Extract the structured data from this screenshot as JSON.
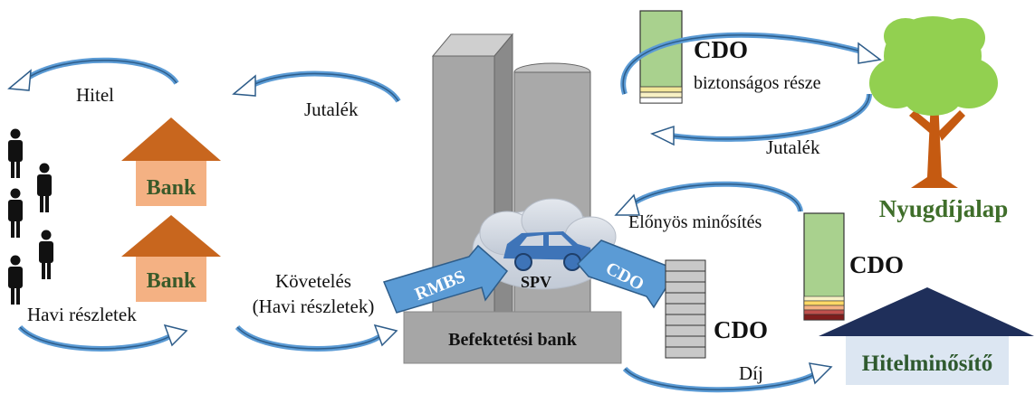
{
  "labels": {
    "hitel": "Hitel",
    "jutalek_left": "Jutalék",
    "bank_1": "Bank",
    "bank_2": "Bank",
    "havi_reszletek": "Havi részletek",
    "koveteles_line1": "Követelés",
    "koveteles_line2": "(Havi részletek)",
    "rmbs": "RMBS",
    "spv": "SPV",
    "cdo_arrow": "CDO",
    "befektetesi_bank": "Befektetési bank",
    "cdo_top": "CDO",
    "biztonsagos_resze": "biztonságos része",
    "jutalek_right": "Jutalék",
    "nyugdijalap": "Nyugdíjalap",
    "elonyos_minosites": "Előnyös minősítés",
    "cdo_right": "CDO",
    "cdo_stack": "CDO",
    "dij": "Díj",
    "hitelminosito": "Hitelminősítő"
  },
  "colors": {
    "house_roof": "#c8661e",
    "house_body": "#f4b183",
    "bank_text": "#3a5a2a",
    "nyugdijalap_text": "#3f6e2a",
    "hitelminosito_text": "#2f5a2f",
    "arrow_blue": "#5b9bd5",
    "arrow_outline": "#2e5d8a",
    "car_blue": "#3e74b8",
    "cloud": "#cfd6e0",
    "building_gray": "#a6a6a6",
    "cdo_green": "#a9d18e",
    "rating_roof": "#1f2f5a",
    "rating_body": "#dce6f2",
    "tree_leaves": "#92d050",
    "tree_trunk": "#c55a11"
  }
}
